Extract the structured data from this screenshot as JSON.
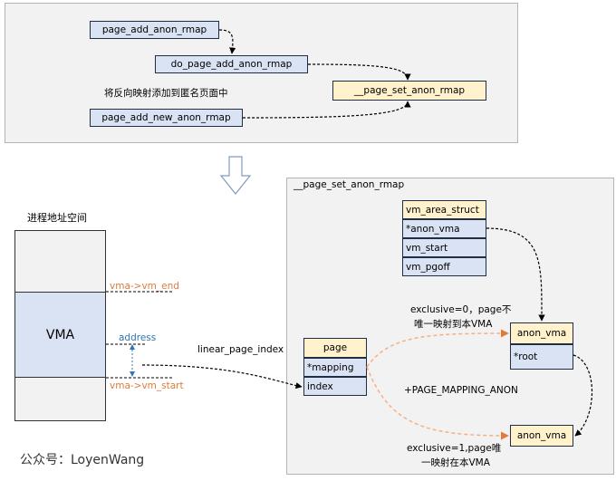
{
  "top": {
    "boxes": {
      "page_add_anon_rmap": "page_add_anon_rmap",
      "do_page_add_anon_rmap": "do_page_add_anon_rmap",
      "page_add_new_anon_rmap": "page_add_new_anon_rmap",
      "set_anon_rmap": "__page_set_anon_rmap"
    },
    "note": "将反向映射添加到匿名页面中"
  },
  "left": {
    "title": "进程地址空间",
    "vma_label": "VMA",
    "vm_end": "vma->vm_end",
    "vm_start": "vma->vm_start",
    "address": "address",
    "linear_page_index": "linear_page_index",
    "watermark": "公众号：LoyenWang"
  },
  "right": {
    "panel_title": "__page_set_anon_rmap",
    "vm_area_struct": [
      "vm_area_struct",
      "*anon_vma",
      "vm_start",
      "vm_pgoff"
    ],
    "page": [
      "page",
      "*mapping",
      "index"
    ],
    "anon_vma_top": [
      "anon_vma",
      "*root"
    ],
    "anon_vma_bottom": "anon_vma",
    "excl0_line1": "exclusive=0，page不",
    "excl0_line2": "唯一映射到本VMA",
    "page_mapping_anon": "+PAGE_MAPPING_ANON",
    "excl1_line1": "exclusive=1,page唯",
    "excl1_line2": "一映射在本VMA"
  },
  "colors": {
    "blue_fill": "#dae3f3",
    "yellow_fill": "#fff2cc",
    "orange": "#e07b39",
    "accent_blue": "#2e75b6",
    "panel_fill": "#f2f2f2"
  }
}
